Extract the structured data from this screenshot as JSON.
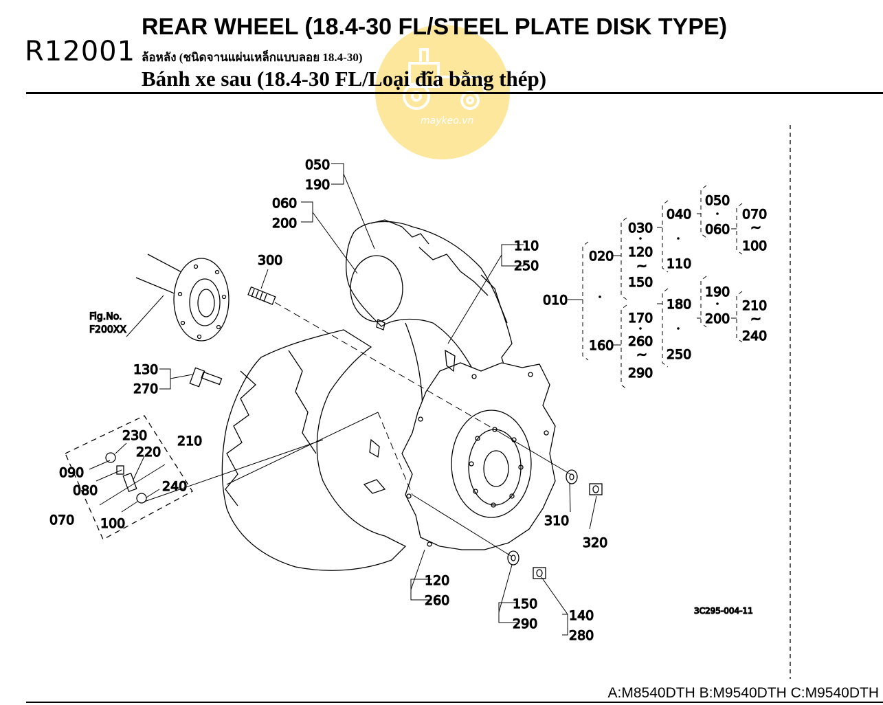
{
  "header": {
    "code": "R12001",
    "title_en": "REAR WHEEL (18.4-30 FL/STEEL PLATE DISK TYPE)",
    "title_th": "ล้อหลัง (ชนิดจานแผ่นเหล็กแบบลอย 18.4-30)",
    "title_vi": "Bánh xe sau (18.4-30 FL/Loại đĩa bằng thép)"
  },
  "watermark": {
    "text": "maykeo.vn",
    "icon": "tractor-icon",
    "color": "#fbe38c"
  },
  "diagram": {
    "callouts": {
      "c050": "050",
      "c190": "190",
      "c060": "060",
      "c200": "200",
      "c300": "300",
      "c110": "110",
      "c250": "250",
      "fig_no": "Fig.No.",
      "fig_ref": "F200XX",
      "c130": "130",
      "c270": "270",
      "c230": "230",
      "c210": "210",
      "c220": "220",
      "c090": "090",
      "c080": "080",
      "c240": "240",
      "c070": "070",
      "c100": "100",
      "c310": "310",
      "c320": "320",
      "c120": "120",
      "c260": "260",
      "c150": "150",
      "c290": "290",
      "c140": "140",
      "c280": "280"
    },
    "drawing_ref": "3C295-004-11"
  },
  "tree": {
    "n010": "010",
    "n020": "020",
    "n160": "160",
    "n030": "030",
    "n120": "120",
    "n150": "150",
    "tilde1": "~",
    "n040": "040",
    "n110": "110",
    "n050": "050",
    "n060": "060",
    "n070": "070",
    "n100": "100",
    "tilde2": "~",
    "n170": "170",
    "n260": "260",
    "n290": "290",
    "tilde3": "~",
    "n180": "180",
    "n250": "250",
    "n190": "190",
    "n200": "200",
    "n210": "210",
    "n240": "240",
    "tilde4": "~"
  },
  "footer": {
    "models": "A:M8540DTH B:M9540DTH C:M9540DTH"
  }
}
